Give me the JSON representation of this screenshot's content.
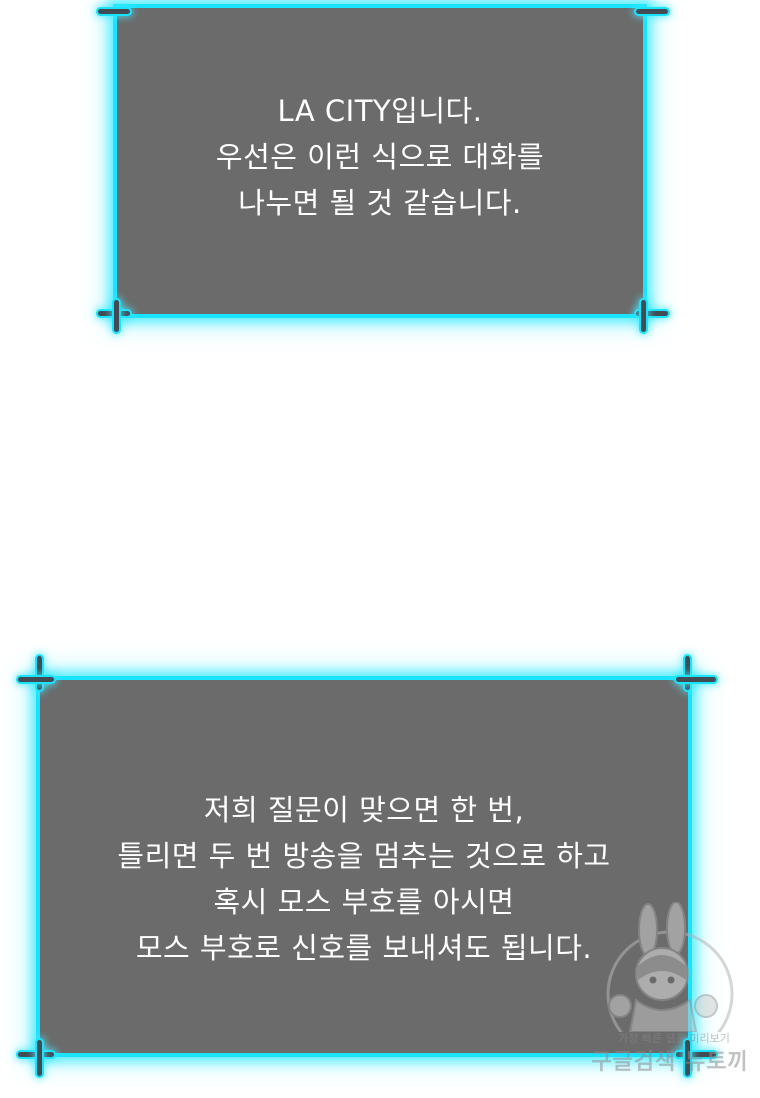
{
  "panels": [
    {
      "text": "LA CITY입니다.\n우선은 이런 식으로 대화를\n나누면 될 것 같습니다."
    },
    {
      "text": "저희 질문이 맞으면 한 번,\n틀리면 두 번 방송을 멈추는 것으로 하고\n혹시 모스 부호를 아시면\n모스 부호로 신호를 보내셔도 됩니다."
    }
  ],
  "watermark": {
    "line1": "가장 빠른 웹툰 미리보기",
    "line2": "구글검색 뉴토끼",
    "icon": "bunny-mascot-icon"
  },
  "colors": {
    "panel_fill": "#6b6b6b",
    "frame_cyan": "#19e3ff",
    "text": "#ffffff",
    "background": "#ffffff"
  }
}
